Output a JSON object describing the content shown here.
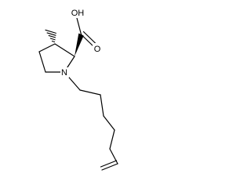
{
  "molecule": {
    "atoms": {
      "carboxyl_oh": "OH",
      "carbonyl_o": "O",
      "ring_n": "N"
    }
  }
}
